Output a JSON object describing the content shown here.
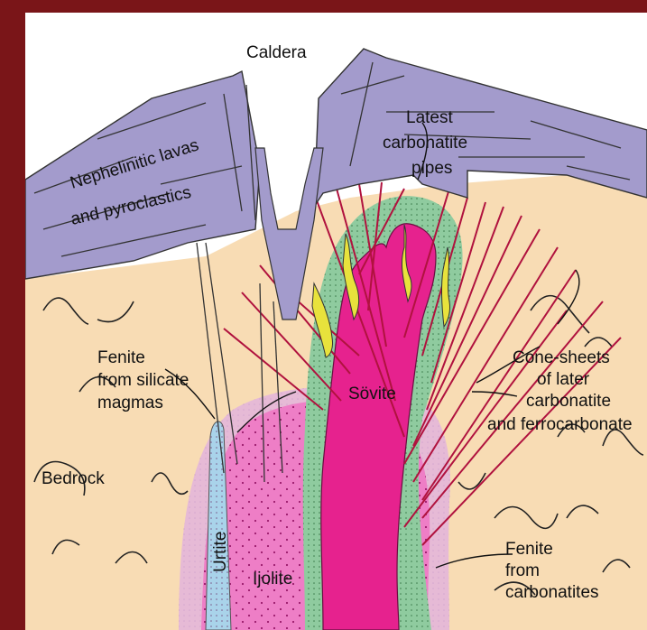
{
  "diagram": {
    "labels": {
      "caldera": "Caldera",
      "lavas_line1": "Nephelinitic lavas",
      "lavas_line2": "and pyroclastics",
      "pipes_line1": "Latest",
      "pipes_line2": "carbonatite",
      "pipes_line3": "pipes",
      "fenite_silicate_line1": "Fenite",
      "fenite_silicate_line2": "from silicate",
      "fenite_silicate_line3": "magmas",
      "sovite": "Sövite",
      "cone_line1": "Cone-sheets",
      "cone_line2": "of later",
      "cone_line3": "carbonatite",
      "cone_line4": "and ferrocarbonate",
      "bedrock": "Bedrock",
      "urtite": "Urtite",
      "ijolite": "Ijolite",
      "fenite_carb_line1": "Fenite",
      "fenite_carb_line2": "from",
      "fenite_carb_line3": "carbonatites"
    },
    "colors": {
      "frame": "#7a1518",
      "bedrock": "#f8dcb4",
      "lava": "#a39bcc",
      "fenite_silicate": "#e3b4dc",
      "fenite_carbonatite": "#8fcb9f",
      "ijolite": "#ee7ec6",
      "urtite": "#a9d3ea",
      "sovite": "#e6228e",
      "cone_sheets": "#b0123e",
      "pipes": "#e8e23c"
    }
  }
}
